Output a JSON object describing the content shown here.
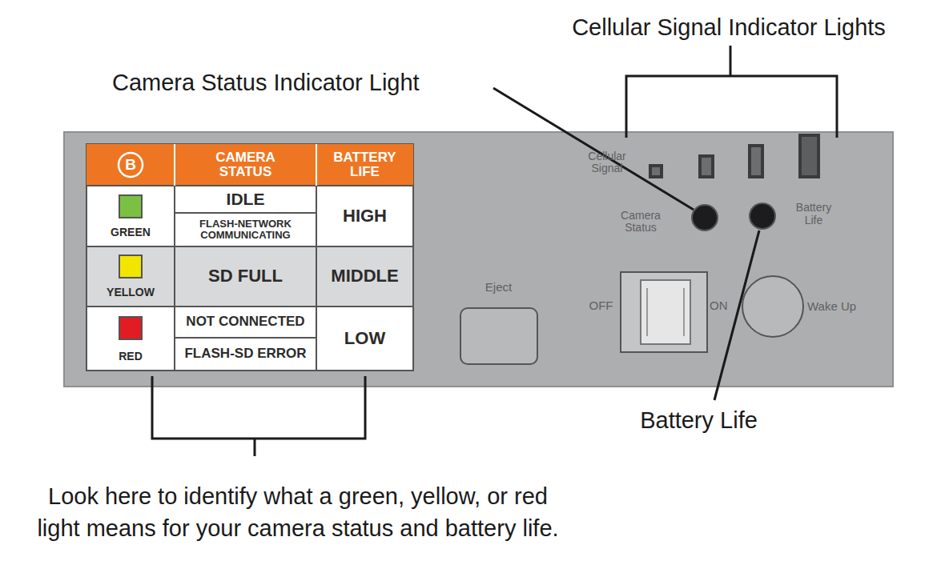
{
  "diagram": {
    "nodes": [
      {
        "text": [
          "Eject"
        ]
      },
      {
        "text": [
          "Wake Up"
        ]
      }
    ],
    "labels": [
      "Cellular Signal Indicator Lights",
      "Camera Status Indicator Light",
      "B",
      "CAMERA STATUS",
      "BATTERY LIFE",
      "IDLE",
      "FLASH-NETWORK COMMUNICATING",
      "HIGH",
      "SD FULL",
      "MIDDLE",
      "NOT CONNECTED",
      "FLASH-SD ERROR",
      "LOW",
      "Cellular Signal",
      "Camera Status",
      "Battery Life",
      "OFF",
      "ON",
      "Battery Life",
      "Look here to identify what a green, yellow, or red light means for your camera status and battery life."
    ],
    "legend": [
      {
        "text": "GREEN",
        "color": "#7ac143"
      },
      {
        "text": "YELLOW",
        "color": "#f2e600"
      },
      {
        "text": "RED",
        "color": "#e31b23"
      }
    ]
  }
}
